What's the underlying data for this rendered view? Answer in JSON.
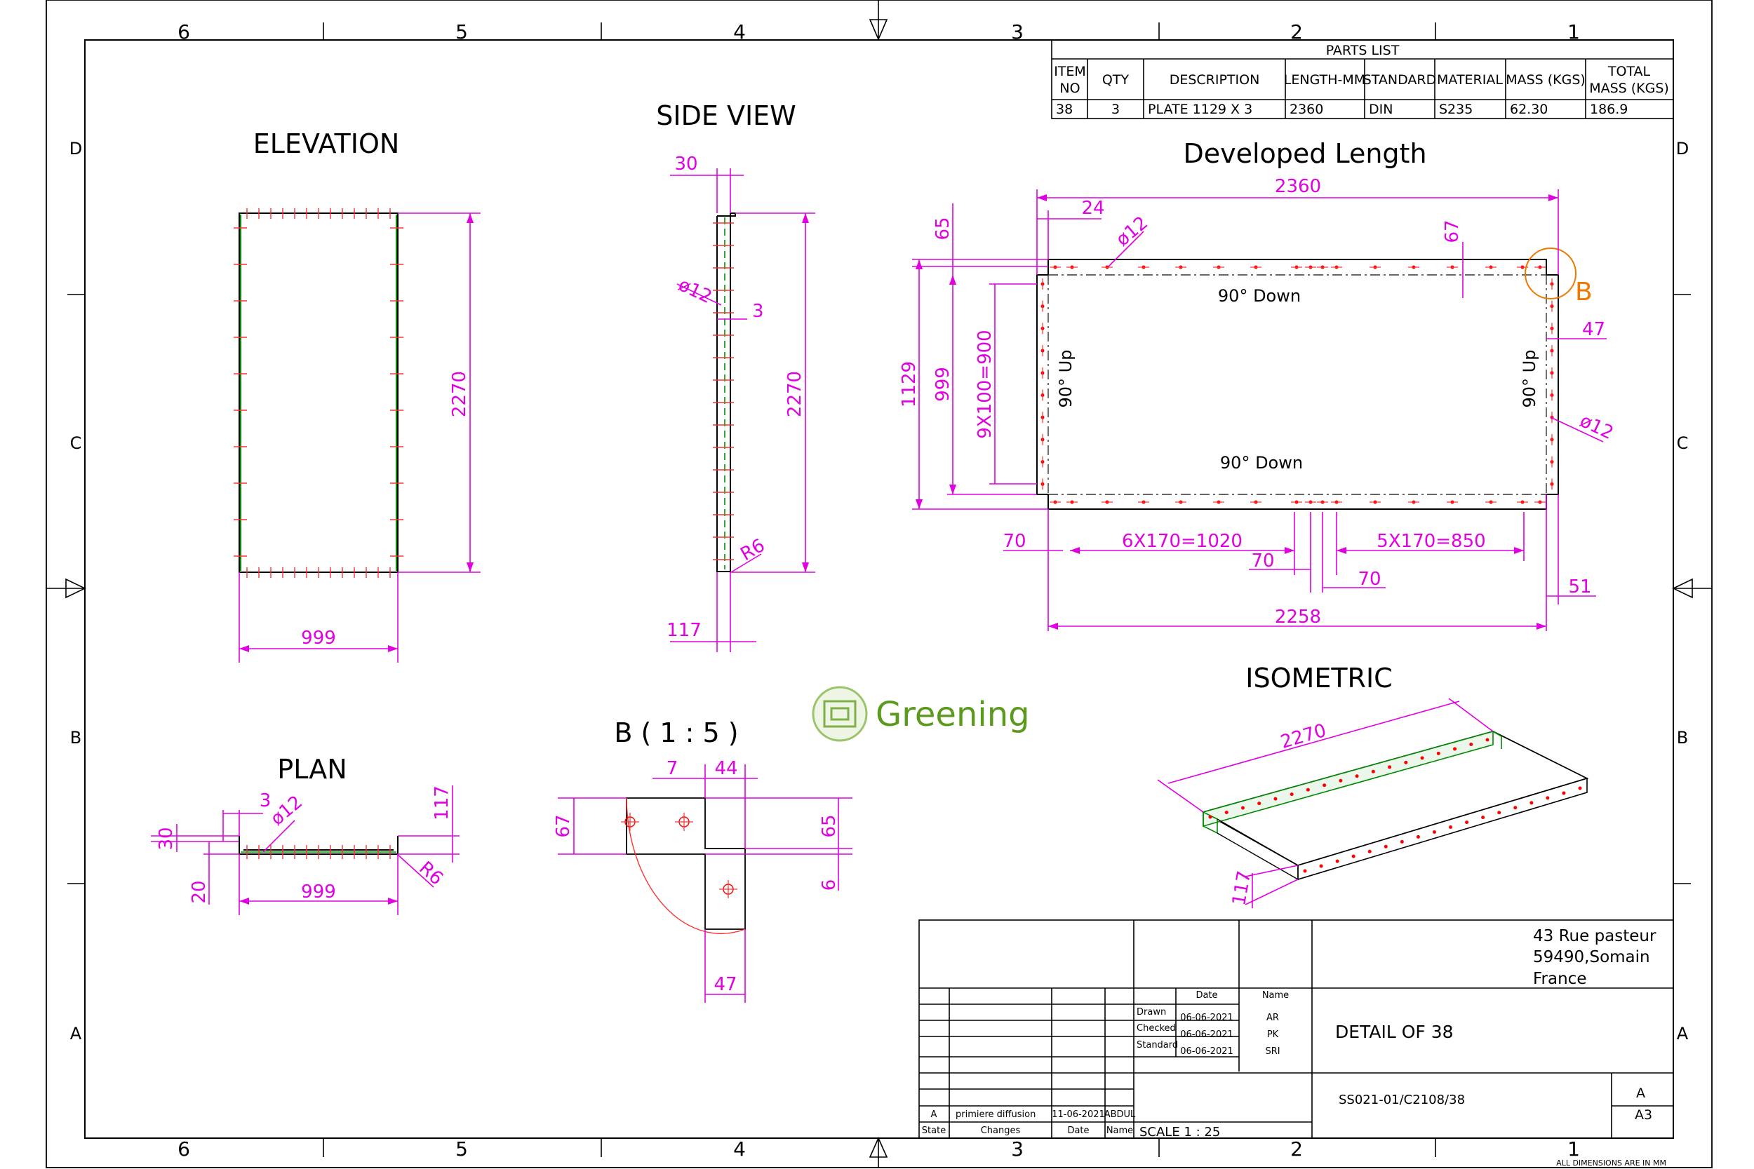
{
  "grid": {
    "columns": [
      "6",
      "5",
      "4",
      "3",
      "2",
      "1"
    ],
    "rows": [
      "D",
      "C",
      "B",
      "A"
    ]
  },
  "views": {
    "elevation": "ELEVATION",
    "side": "SIDE VIEW",
    "developed": "Developed Length",
    "plan": "PLAN",
    "detail": "B ( 1 : 5 )",
    "isometric": "ISOMETRIC"
  },
  "parts_list": {
    "title": "PARTS LIST",
    "headers": [
      "ITEM NO",
      "QTY",
      "DESCRIPTION",
      "LENGTH-MM",
      "STANDARD",
      "MATERIAL",
      "MASS (KGS)",
      "TOTAL MASS (KGS)"
    ],
    "row": [
      "38",
      "3",
      "PLATE 1129 X 3",
      "2360",
      "DIN",
      "S235",
      "62.30",
      "186.9"
    ]
  },
  "dims": {
    "elev_height": "2270",
    "elev_width": "999",
    "side_top": "30",
    "side_hole": "ø12",
    "side_thk": "3",
    "side_height": "2270",
    "side_radius": "R6",
    "side_bottom": "117",
    "dev_total": "2360",
    "dev_24": "24",
    "dev_hole_top": "ø12",
    "dev_67": "67",
    "dev_65": "65",
    "dev_1129": "1129",
    "dev_999": "999",
    "dev_pitch_v": "9X100=900",
    "dev_47": "47",
    "dev_hole_right": "ø12",
    "dev_70a": "70",
    "dev_pitch_a": "6X170=1020",
    "dev_70b": "70",
    "dev_70c": "70",
    "dev_pitch_b": "5X170=850",
    "dev_51": "51",
    "dev_2258": "2258",
    "plan_3": "3",
    "plan_hole": "ø12",
    "plan_117": "117",
    "plan_30": "30",
    "plan_20": "20",
    "plan_999": "999",
    "plan_r6": "R6",
    "det_7": "7",
    "det_44": "44",
    "det_67": "67",
    "det_65": "65",
    "det_6": "6",
    "det_47": "47",
    "iso_len": "2270",
    "iso_h": "117"
  },
  "bends": {
    "top": "90° Down",
    "bottom": "90° Down",
    "left": "90° Up",
    "right": "90° Up"
  },
  "detail_marker": "B",
  "logo": {
    "text": "Greening",
    "color": "#5c9a1e"
  },
  "title_block": {
    "address": [
      "43 Rue pasteur",
      "59490,Somain",
      "France"
    ],
    "col_date": "Date",
    "col_name": "Name",
    "drawn": "Drawn",
    "checked": "Checked",
    "standard": "Standard",
    "drawn_date": "06-06-2021",
    "drawn_name": "AR",
    "checked_date": "06-06-2021",
    "checked_name": "PK",
    "standard_date": "06-06-2021",
    "standard_name": "SRI",
    "drawing_title": "DETAIL OF 38",
    "drawing_number": "SS021-01/C2108/38",
    "revision": "A",
    "size": "A3",
    "scale": "SCALE 1 : 25",
    "rev_letter": "A",
    "rev_change": "primiere diffusion",
    "rev_date": "11-06-2021",
    "rev_name": "ABDUL",
    "footer_state": "State",
    "footer_changes": "Changes",
    "footer_date": "Date",
    "footer_name": "Name"
  },
  "note": "ALL DIMENSIONS ARE IN MM",
  "colors": {
    "dimension": "#e100e1",
    "hole": "#ff0000",
    "weld": "#00a000",
    "marker": "#f07800"
  }
}
